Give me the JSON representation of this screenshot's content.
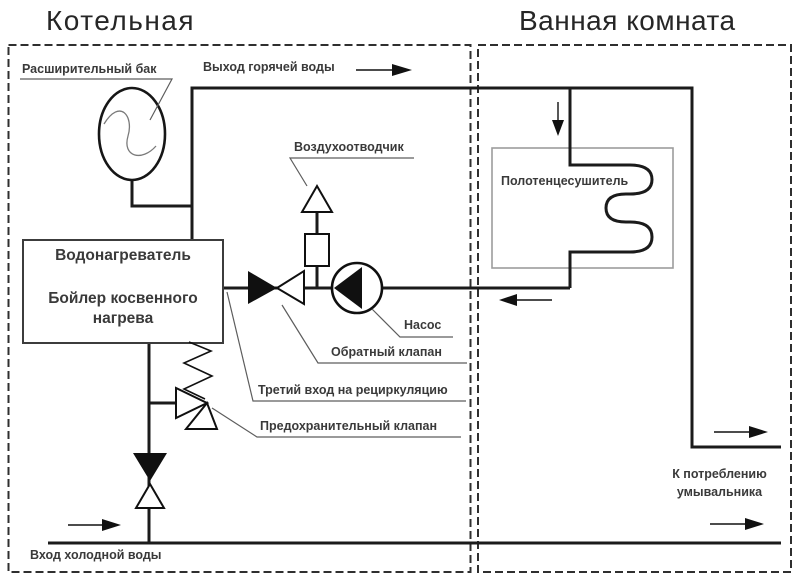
{
  "regions": {
    "boiler_room_title": "Котельная",
    "bathroom_title": "Ванная комната"
  },
  "components": {
    "expansion_tank": "Расширительный бак",
    "hot_water_outlet": "Выход горячей воды",
    "air_vent": "Воздухоотводчик",
    "towel_dryer": "Полотенцесушитель",
    "water_heater": "Водонагреватель",
    "water_heater_type": "Бойлер косвенного нагрева",
    "pump": "Насос",
    "check_valve": "Обратный клапан",
    "recirculation_inlet": "Третий вход на рециркуляцию",
    "safety_valve": "Предохранительный клапан",
    "cold_water_inlet": "Вход холодной воды",
    "sink_consumption": "К потреблению умывальника"
  },
  "colors": {
    "pipe": "#1b1b1b",
    "label_text": "#3a3a3a",
    "towel_box_border": "#9c9c9c",
    "region_border": "#2f2f2f",
    "background": "#ffffff"
  }
}
